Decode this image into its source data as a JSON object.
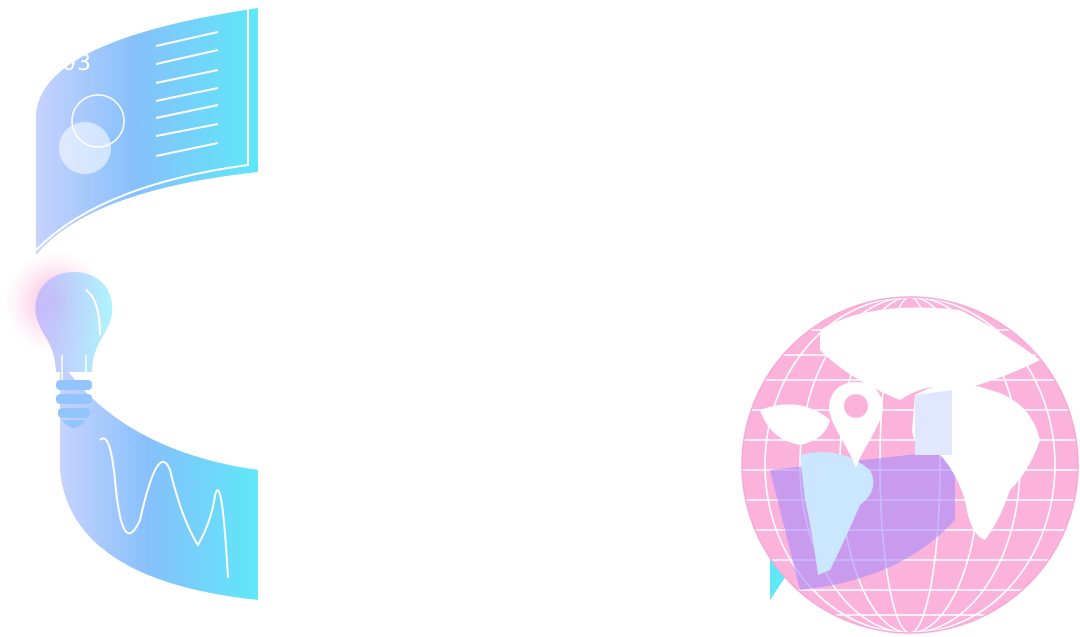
{
  "illustration": {
    "panel_number": "03",
    "colors": {
      "panel_start": "#c7d2fe",
      "panel_mid": "#86c0fb",
      "panel_end": "#5ee8f8",
      "globe": "#fbb3dc",
      "globe_band": "#a78bfa",
      "glow": "#f472b6",
      "land": "#ffffff"
    },
    "icons": [
      "document-panel",
      "lightbulb-icon",
      "wave-panel",
      "globe-icon",
      "location-pin-icon"
    ]
  }
}
